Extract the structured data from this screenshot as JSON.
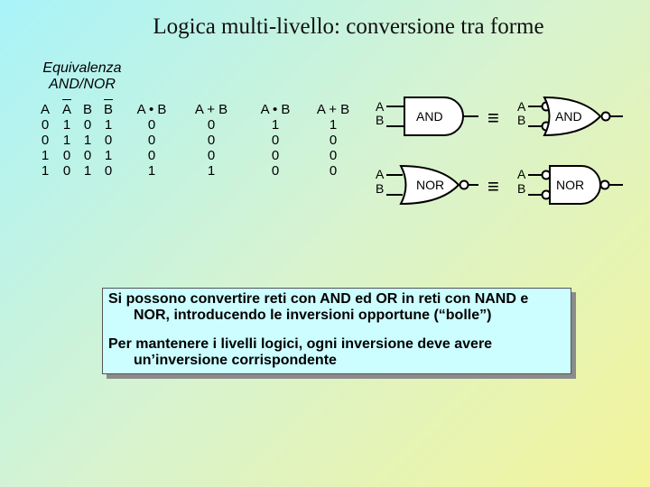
{
  "title": "Logica multi-livello: conversione tra forme",
  "subtitle": "Equivalenza AND/NOR",
  "table": {
    "columns": [
      {
        "header": "A",
        "values": [
          "0",
          "0",
          "1",
          "1"
        ]
      },
      {
        "header": "A",
        "values": [
          "1",
          "1",
          "0",
          "0"
        ]
      },
      {
        "header": "B",
        "values": [
          "0",
          "1",
          "0",
          "1"
        ]
      },
      {
        "header": "B",
        "values": [
          "1",
          "0",
          "1",
          "0"
        ]
      },
      {
        "header": "A • B",
        "values": [
          "0",
          "0",
          "0",
          "1"
        ]
      },
      {
        "header": "A + B",
        "values": [
          "0",
          "0",
          "0",
          "1"
        ]
      },
      {
        "header": "A • B",
        "values": [
          "1",
          "0",
          "0",
          "0"
        ]
      },
      {
        "header": "A + B",
        "values": [
          "1",
          "0",
          "0",
          "0"
        ]
      }
    ]
  },
  "gates": {
    "input_a": "A",
    "input_b": "B",
    "and_label": "AND",
    "nor_label": "NOR",
    "equiv_symbol": "≡"
  },
  "note": {
    "paragraphs": [
      "Si possono convertire reti con AND ed OR in reti con NAND e NOR, introducendo le inversioni opportune (“bolle”)",
      "Per mantenere i livelli logici, ogni inversione deve avere un’inversione corrispondente"
    ]
  }
}
